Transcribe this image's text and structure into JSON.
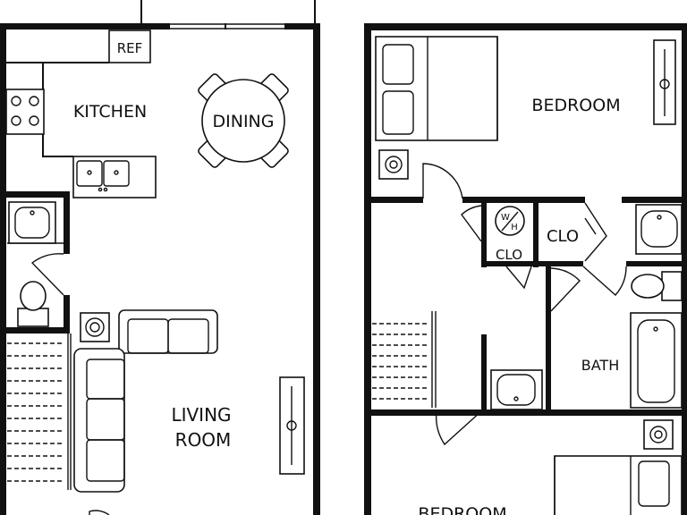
{
  "labels": {
    "ref": "REF",
    "kitchen": "KITCHEN",
    "dining": "DINING",
    "living_line1": "LIVING",
    "living_line2": "ROOM",
    "bedroom_top": "BEDROOM",
    "clo_right": "CLO",
    "clo_left": "CLO",
    "wh_w": "W",
    "wh_h": "H",
    "bath": "BATH",
    "bedroom_bottom": "BEDROOM"
  },
  "colors": {
    "wall": "#111111",
    "background": "#ffffff"
  }
}
